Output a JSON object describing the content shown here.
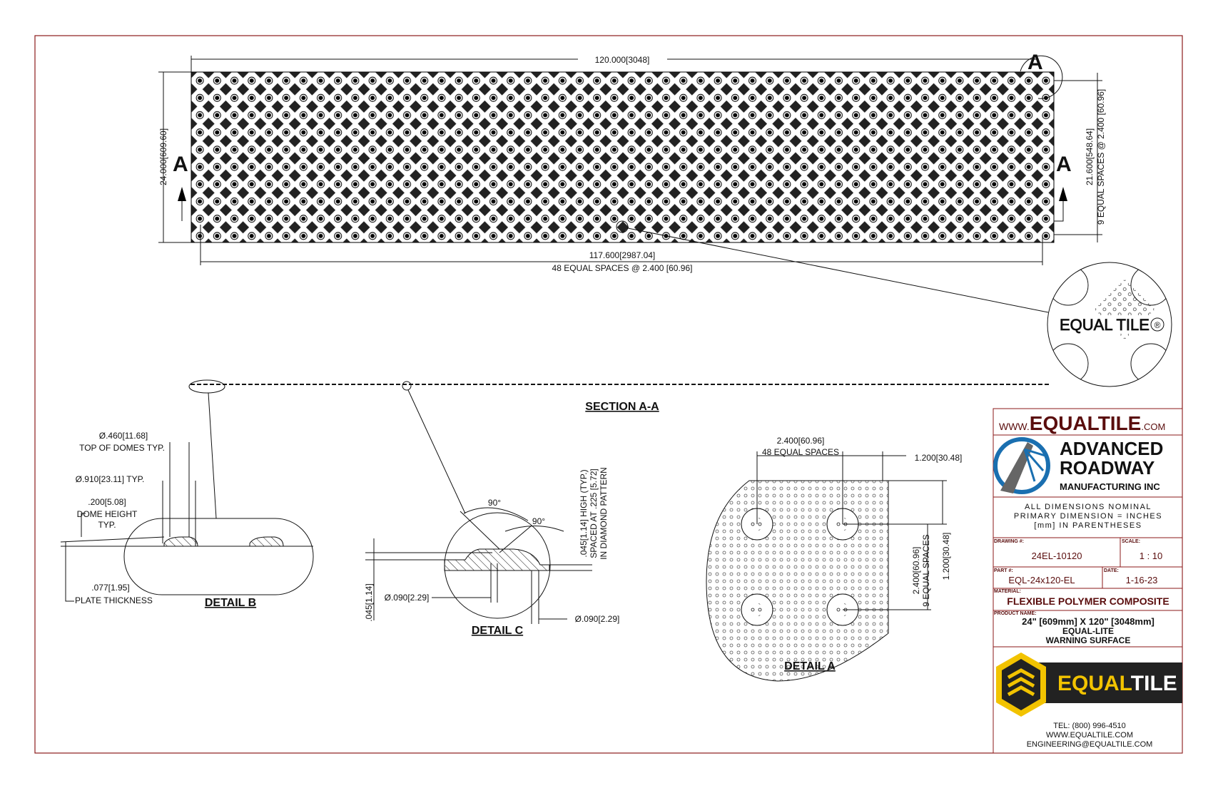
{
  "plan_view": {
    "overall_length": "120.000[3048]",
    "overall_width": "24.000[609.60]",
    "dome_span_length": "117.600[2987.04]",
    "dome_spaces_length": "48 EQUAL SPACES @ 2.400 [60.96]",
    "dome_span_width": "21.600[548.64]",
    "dome_spaces_width": "9 EQUAL SPACES @ 2.400 [60.96]",
    "section_marker": "A",
    "detail_marker": "A"
  },
  "logo_detail": {
    "text": "EQUAL TILE",
    "mark": "®"
  },
  "section": {
    "title": "SECTION A-A"
  },
  "detail_b": {
    "title": "DETAIL B",
    "top_dome_dia": "Ø.460[11.68]",
    "top_dome_note": "TOP OF DOMES TYP.",
    "base_dia": "Ø.910[23.11] TYP.",
    "dome_height": ".200[5.08]",
    "dome_height_note1": "DOME HEIGHT",
    "dome_height_note2": "TYP.",
    "plate_thickness": ".077[1.95]",
    "plate_thickness_note": "PLATE THICKNESS"
  },
  "detail_c": {
    "title": "DETAIL C",
    "angle1": "90°",
    "angle2": "90°",
    "height_left": ".045[1.14]",
    "dia1": "Ø.090[2.29]",
    "dia2": "Ø.090[2.29]",
    "note1": ".045[1.14] HIGH (TYP.)",
    "note2": "SPACED AT .225 [5.72]",
    "note3": "IN DIAMOND PATTERN"
  },
  "detail_a": {
    "title": "DETAIL A",
    "spacing": "2.400[60.96]",
    "spacing_note": "48 EQUAL SPACES",
    "edge_offset_x": "1.200[30.48]",
    "edge_offset_y": "1.200[30.48]",
    "vert_spacing": "2.400[60.96]",
    "vert_note": "9 EQUAL SPACES"
  },
  "title_block": {
    "website_prefix": "WWW.",
    "website_main": "EQUALTILE",
    "website_suffix": ".COM",
    "company_line1": "ADVANCED",
    "company_line2": "ROADWAY",
    "company_line3": "MANUFACTURING INC",
    "notes": [
      "ALL DIMENSIONS NOMINAL",
      "PRIMARY DIMENSION = INCHES",
      "[mm] IN PARENTHESES"
    ],
    "drawing_label": "DRAWING #:",
    "drawing_value": "24EL-10120",
    "scale_label": "SCALE:",
    "scale_value": "1 : 10",
    "part_label": "PART #:",
    "part_value": "EQL-24x120-EL",
    "date_label": "DATE:",
    "date_value": "1-16-23",
    "material_label": "MATERIAL:",
    "material_value": "FLEXIBLE POLYMER COMPOSITE",
    "product_label": "PRODUCT NAME:",
    "product_lines": [
      "24\" [609mm] X 120\" [3048mm]",
      "EQUAL-LITE",
      "WARNING SURFACE"
    ],
    "brand_name_part1": "EQUAL",
    "brand_name_part2": "TILE",
    "contact": [
      "TEL: (800) 996-4510",
      "WWW.EQUALTILE.COM",
      "ENGINEERING@EQUALTILE.COM"
    ]
  },
  "colors": {
    "frame": "#8b1a1a",
    "brand_red": "#5a0d0d",
    "arm_blue": "#0f2a6b",
    "logo_yellow": "#f2c300",
    "logo_dark": "#222222"
  }
}
